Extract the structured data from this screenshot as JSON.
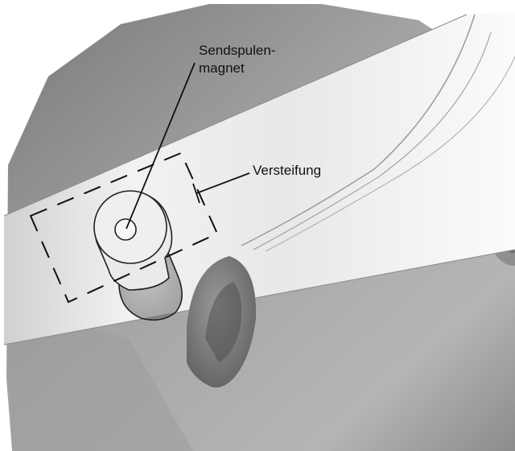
{
  "labels": {
    "magnet_line1": "Sendspulen-",
    "magnet_line2": "magnet",
    "stiffening": "Versteifung"
  },
  "colors": {
    "background": "#ffffff",
    "head_light": "#a9a9a9",
    "head_dark": "#6e6e6e",
    "headband": "#f3f3f3",
    "ink": "#111111"
  }
}
